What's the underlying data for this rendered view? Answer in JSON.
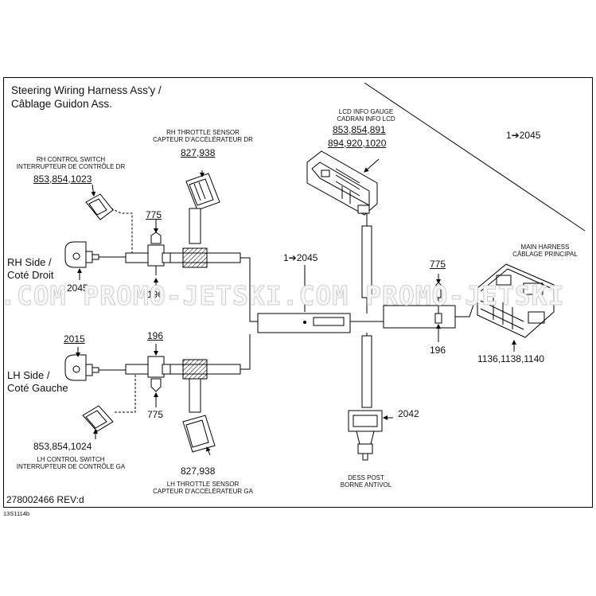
{
  "title": {
    "line1": "Steering Wiring Harness Ass'y /",
    "line2": "Câblage Guidon Ass."
  },
  "parts": {
    "rh_throttle_sensor": {
      "en": "RH THROTTLE SENSOR",
      "fr": "CAPTEUR D'ACCÉLÉRATEUR DR",
      "num": "827,938"
    },
    "rh_control_switch": {
      "en": "RH CONTROL SWITCH",
      "fr": "INTERRUPTEUR DE CONTRÔLE DR",
      "num": "853,854,1023"
    },
    "lcd_info_gauge": {
      "en": "LCD INFO GAUGE",
      "fr": "CADRAN INFO LCD",
      "num1": "853,854,891",
      "num2": "894,920,1020"
    },
    "main_harness": {
      "en": "MAIN HARNESS",
      "fr": "CÂBLAGE PRINCIPAL",
      "num": "1136,1138,1140"
    },
    "lh_control_switch": {
      "en": "LH CONTROL SWITCH",
      "fr": "INTERRUPTEUR DE CONTRÔLE GA",
      "num": "853,854,1024"
    },
    "lh_throttle_sensor": {
      "en": "LH THROTTLE SENSOR",
      "fr": "CAPTEUR D'ACCÉLÉRATEUR GA",
      "num": "827,938"
    },
    "dess_post": {
      "en": "DESS POST",
      "fr": "BORNE ANTIVOL",
      "num": "2042"
    }
  },
  "refs": {
    "top_right": "1➔2045",
    "center": "1➔2045",
    "rh_775": "775",
    "rh_196": "196",
    "rh_2045": "2045",
    "lh_2015": "2015",
    "lh_196": "196",
    "lh_775": "775",
    "mh_775": "775",
    "mh_196": "196"
  },
  "sides": {
    "rh_en": "RH Side /",
    "rh_fr": "Coté Droit",
    "lh_en": "LH Side /",
    "lh_fr": "Coté Gauche"
  },
  "footer": {
    "part_no": "278002466 REV:d",
    "code": "13S1114b"
  },
  "watermark": ".COM  PROMO-JETSKI.COM  PROMO-JETSKI"
}
